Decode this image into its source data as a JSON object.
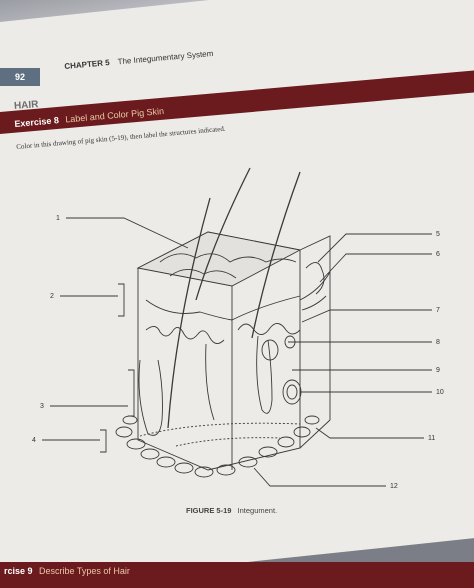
{
  "header": {
    "page_number": "92",
    "chapter_label": "CHAPTER 5",
    "chapter_title": "The Integumentary System"
  },
  "section_heading": "HAIR",
  "exercise": {
    "label": "Exercise 8",
    "title": "Label and Color Pig Skin",
    "instructions": "Color in this drawing of pig skin (5-19), then label the structures indicated."
  },
  "figure": {
    "labels": [
      "1",
      "2",
      "3",
      "4",
      "5",
      "6",
      "7",
      "8",
      "9",
      "10",
      "11",
      "12"
    ],
    "caption_label": "FIGURE 5-19",
    "caption_text": "Integument."
  },
  "next_exercise": {
    "label": "rcise 9",
    "title": "Describe Types of Hair"
  },
  "colors": {
    "accent_bar": "#6b1a1d",
    "page_number_tab": "#5f6f82"
  }
}
